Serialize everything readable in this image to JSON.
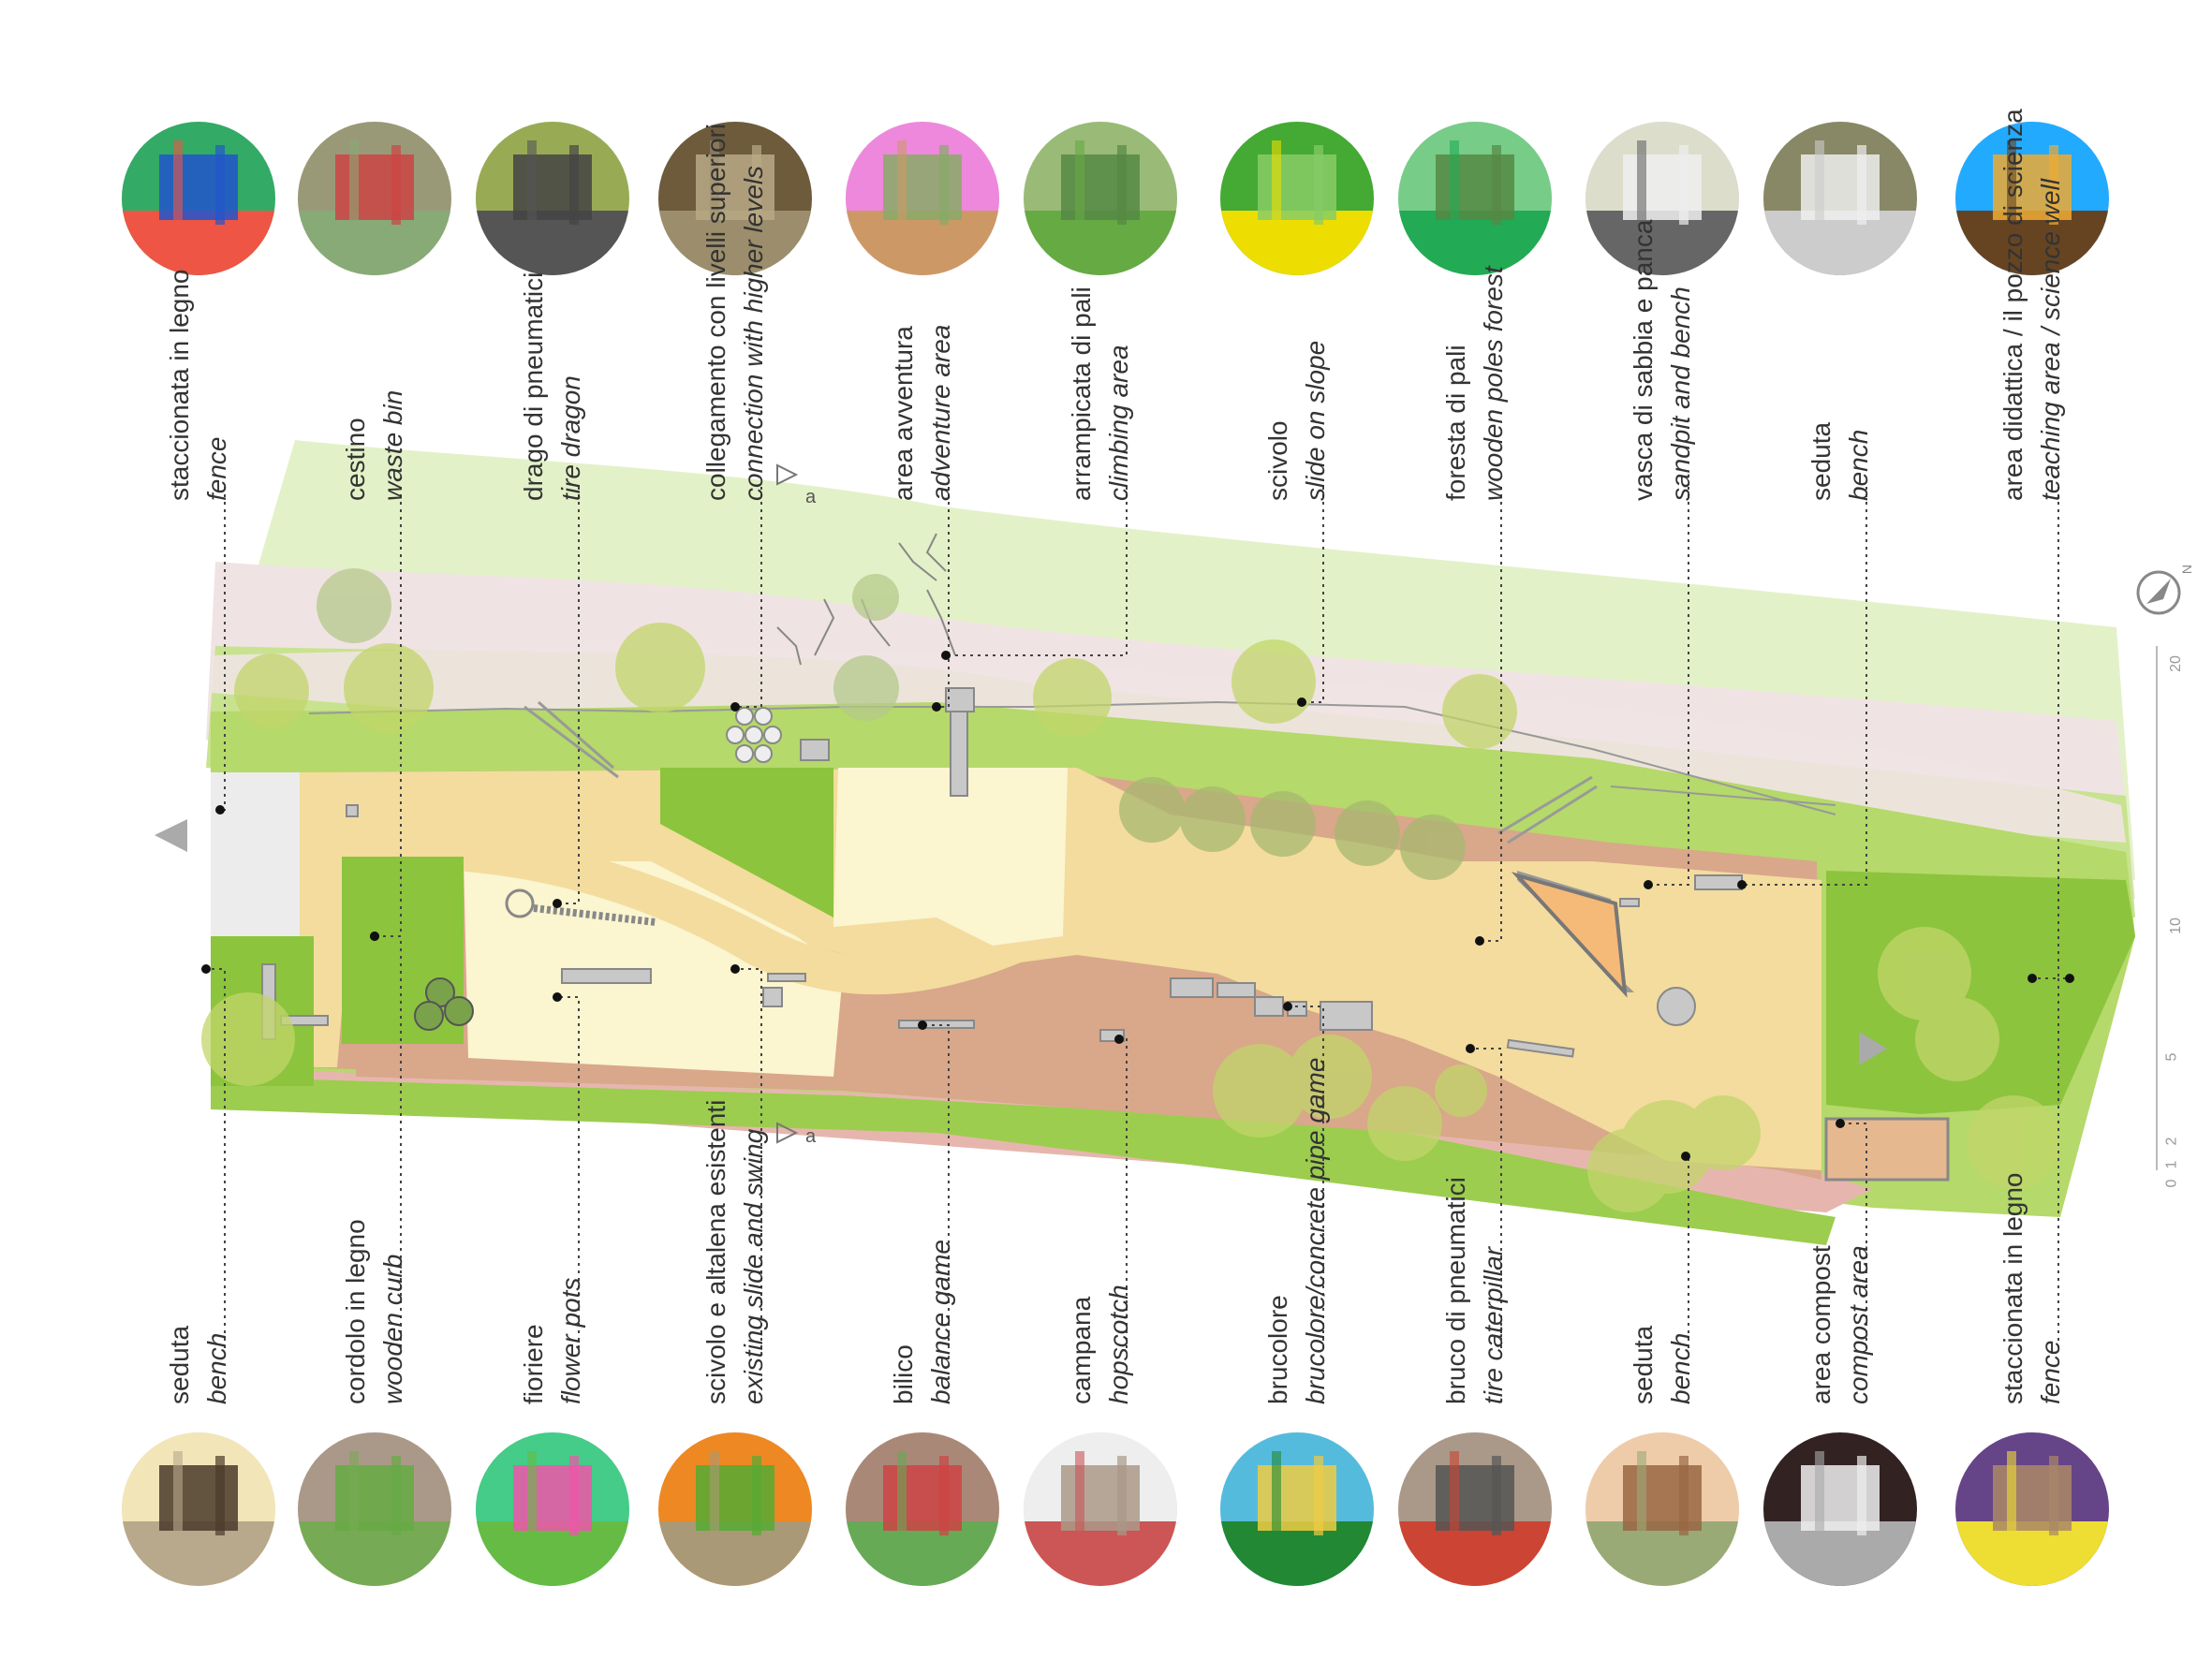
{
  "top_labels": [
    {
      "it": "staccionata in legno",
      "en": "fence",
      "icon": "colored-pencil-fence-photo"
    },
    {
      "it": "cestino",
      "en": "waste bin",
      "icon": "wooden-waste-bin-photo"
    },
    {
      "it": "drago di pneumatici",
      "en": "tire dragon",
      "icon": "tire-dragon-photo"
    },
    {
      "it": "collegamento con livelli superiori",
      "en": "connection with higher levels",
      "icon": "wooden-steps-photo"
    },
    {
      "it": "area avventura",
      "en": "adventure area",
      "icon": "tire-climb-photo"
    },
    {
      "it": "arrampicata di pali",
      "en": "climbing area",
      "icon": "climbing-slope-photo"
    },
    {
      "it": "scivolo",
      "en": "slide on slope",
      "icon": "yellow-slide-photo"
    },
    {
      "it": "foresta di pali",
      "en": "wooden poles forest",
      "icon": "poles-forest-photo"
    },
    {
      "it": "vasca di sabbia e panca",
      "en": "sandpit and bench",
      "icon": "sandpit-photo"
    },
    {
      "it": "seduta",
      "en": "bench",
      "icon": "bench-photo"
    },
    {
      "it": "area didattica / il pozzo di scienza",
      "en": "teaching area / science well",
      "icon": "science-well-photo"
    }
  ],
  "bottom_labels": [
    {
      "it": "seduta",
      "en": "bench",
      "icon": "bench-photo"
    },
    {
      "it": "cordolo in legno",
      "en": "wooden curb",
      "icon": "wooden-curb-photo"
    },
    {
      "it": "fioriere",
      "en": "flower pots",
      "icon": "flower-pots-photo"
    },
    {
      "it": "scivolo e altalena esistenti",
      "en": "existing slide and swing",
      "icon": "slide-swing-photo"
    },
    {
      "it": "bilico",
      "en": "balance game",
      "icon": "seesaw-photo"
    },
    {
      "it": "campana",
      "en": "hopscotch",
      "icon": "hopscotch-photo"
    },
    {
      "it": "brucolore",
      "en": "brucolore/concrete pipe game",
      "icon": "concrete-pipe-photo"
    },
    {
      "it": "bruco di pneumatici",
      "en": "tire caterpillar",
      "icon": "tire-caterpillar-photo"
    },
    {
      "it": "seduta",
      "en": "bench",
      "icon": "wooden-bench-photo"
    },
    {
      "it": "area compost",
      "en": "compost area",
      "icon": "compost-photo"
    },
    {
      "it": "staccionata in legno",
      "en": "fence",
      "icon": "picket-fence-photo"
    }
  ],
  "section_marker": "a",
  "scale_ticks": [
    "0",
    "1",
    "2",
    "5",
    "10",
    "20"
  ],
  "north_label": "N",
  "colors": {
    "grass": "#b5d96a",
    "grass_dark": "#8cc43d",
    "path": "#f3dc9e",
    "playground": "#d9a78a",
    "sand": "#fbf5d0",
    "pink": "#f0e3e3",
    "pale_green": "#e3f1c8",
    "tree": "#c2d56a",
    "equipment": "#c8c8c8"
  }
}
